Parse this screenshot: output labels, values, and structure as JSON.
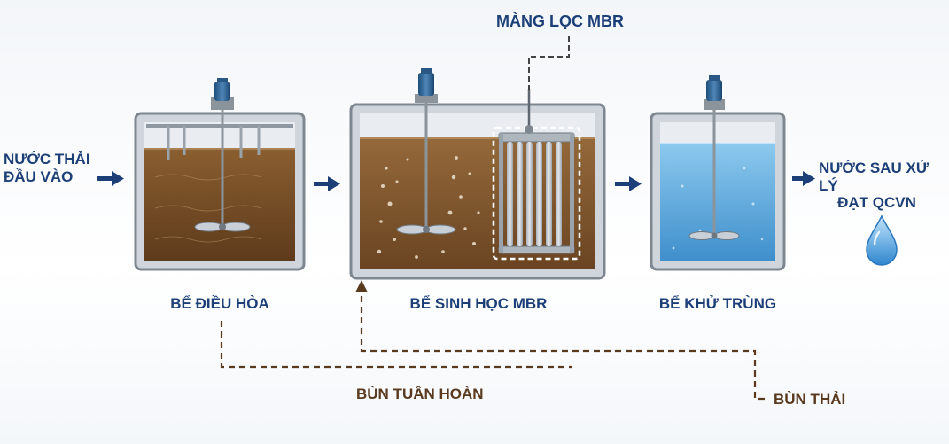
{
  "inlet": {
    "line1": "NƯỚC THẢI",
    "line2": "ĐẦU VÀO"
  },
  "outlet": {
    "line1": "NƯỚC SAU XỬ LÝ",
    "line2": "ĐẠT QCVN"
  },
  "membrane_label": "MÀNG LỌC MBR",
  "tanks": [
    {
      "label": "BỂ ĐIỀU HÒA"
    },
    {
      "label": "BỂ SINH HỌC MBR"
    },
    {
      "label": "BỂ KHỬ TRÙNG"
    }
  ],
  "return_sludge": "BÙN TUẦN HOÀN",
  "waste_sludge": "BÙN THẢI",
  "colors": {
    "label_blue": "#1d3f78",
    "sludge_brown": "#5a3a1e",
    "flow_arrow": "#1d3f78",
    "dirty_water": "#7a5028",
    "clean_water": "#4fa2da"
  },
  "icons": [
    "motor-icon",
    "mixer-icon",
    "membrane-module-icon",
    "water-drop-icon",
    "arrow-right-icon"
  ]
}
